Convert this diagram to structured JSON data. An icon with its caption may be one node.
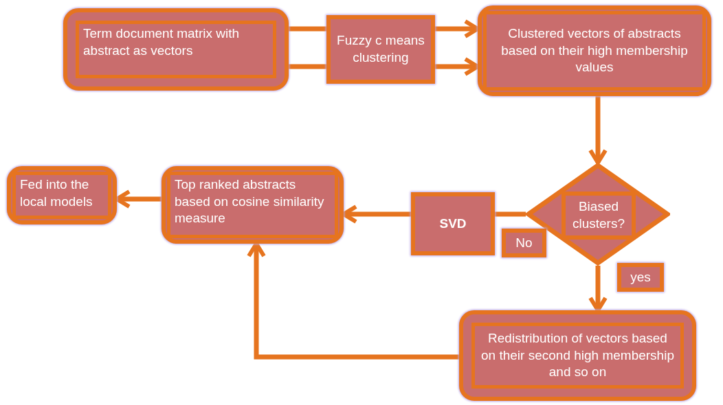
{
  "diagram": {
    "nodes": [
      {
        "text": [
          "Term document matrix with abstract as vectors"
        ]
      },
      {
        "text": [
          "Fuzzy c means clustering"
        ]
      },
      {
        "text": [
          "Clustered vectors of abstracts based on their high membership values"
        ]
      },
      {
        "text": [
          "Biased clusters?"
        ]
      },
      {
        "text": [
          "SVD"
        ]
      },
      {
        "text": [
          "Top ranked abstracts based on cosine similarity measure"
        ]
      },
      {
        "text": [
          "Fed into the local models"
        ]
      },
      {
        "text": [
          "Redistribution of vectors based on their second high membership and so on"
        ]
      },
      {
        "text": [
          "No"
        ]
      },
      {
        "text": [
          "yes"
        ]
      }
    ],
    "edges": [
      {
        "from": 0,
        "to": 1,
        "arrow": "none"
      },
      {
        "from": 0,
        "to": 1,
        "arrow": "none"
      },
      {
        "from": 1,
        "to": 2,
        "arrow": "to"
      },
      {
        "from": 1,
        "to": 2,
        "arrow": "to"
      },
      {
        "from": 2,
        "to": 3,
        "arrow": "to"
      },
      {
        "from": 3,
        "to": 4,
        "arrow": "none"
      },
      {
        "from": 4,
        "to": 5,
        "arrow": "to"
      },
      {
        "from": 5,
        "to": 6,
        "arrow": "to"
      },
      {
        "from": 3,
        "to": 7,
        "arrow": "to"
      },
      {
        "from": 7,
        "to": 5,
        "arrow": "to"
      }
    ]
  }
}
